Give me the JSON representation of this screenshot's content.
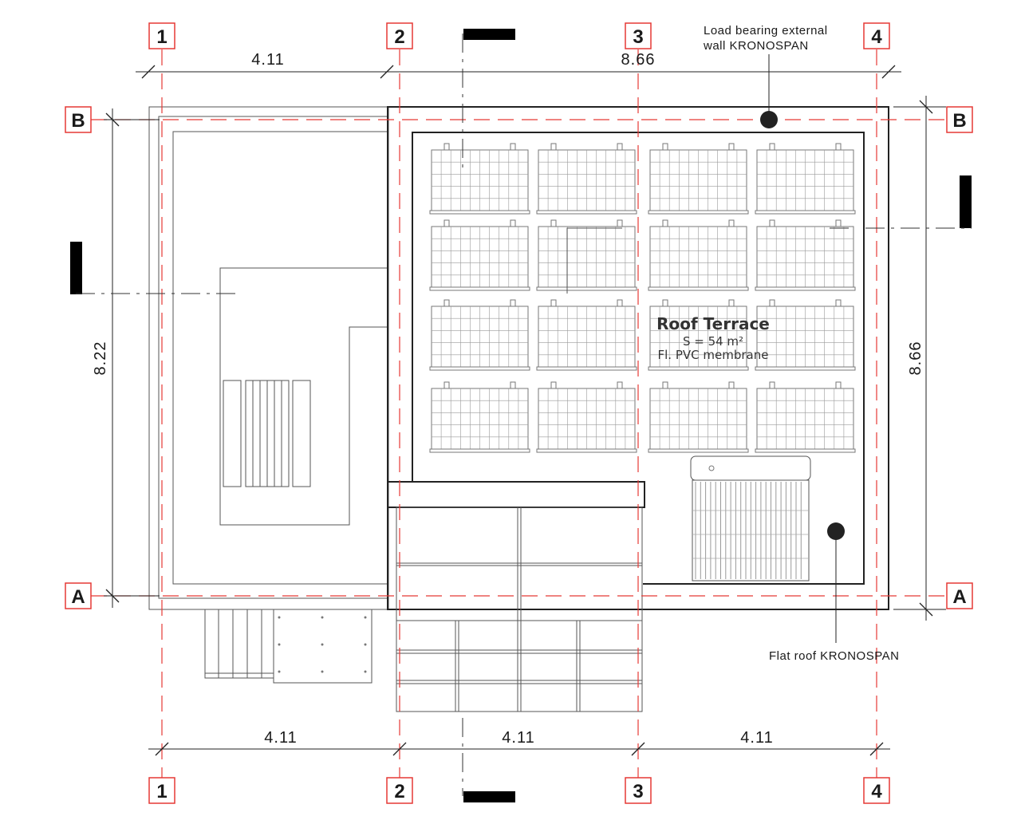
{
  "grid_axes": {
    "columns": [
      "1",
      "2",
      "3",
      "4"
    ],
    "rows": [
      "B",
      "A"
    ]
  },
  "dimensions": {
    "top_left": "4.11",
    "top_overall": "8.66",
    "bottom_1": "4.11",
    "bottom_2": "4.11",
    "bottom_3": "4.11",
    "left_vertical": "8.22",
    "right_vertical": "8.66"
  },
  "annotations": {
    "wall_note_line1": "Load bearing external",
    "wall_note_line2": "wall KRONOSPAN",
    "flat_roof_note": "Flat roof KRONOSPAN"
  },
  "roof_terrace": {
    "title": "Roof Terrace",
    "area": "S = 54 m²",
    "finish": "Fl. PVC membrane"
  },
  "solar_panels": {
    "rows": 4,
    "columns": 4
  },
  "colors": {
    "grid_line": "#e53935",
    "wall": "#222222",
    "section_mark": "#000000"
  }
}
